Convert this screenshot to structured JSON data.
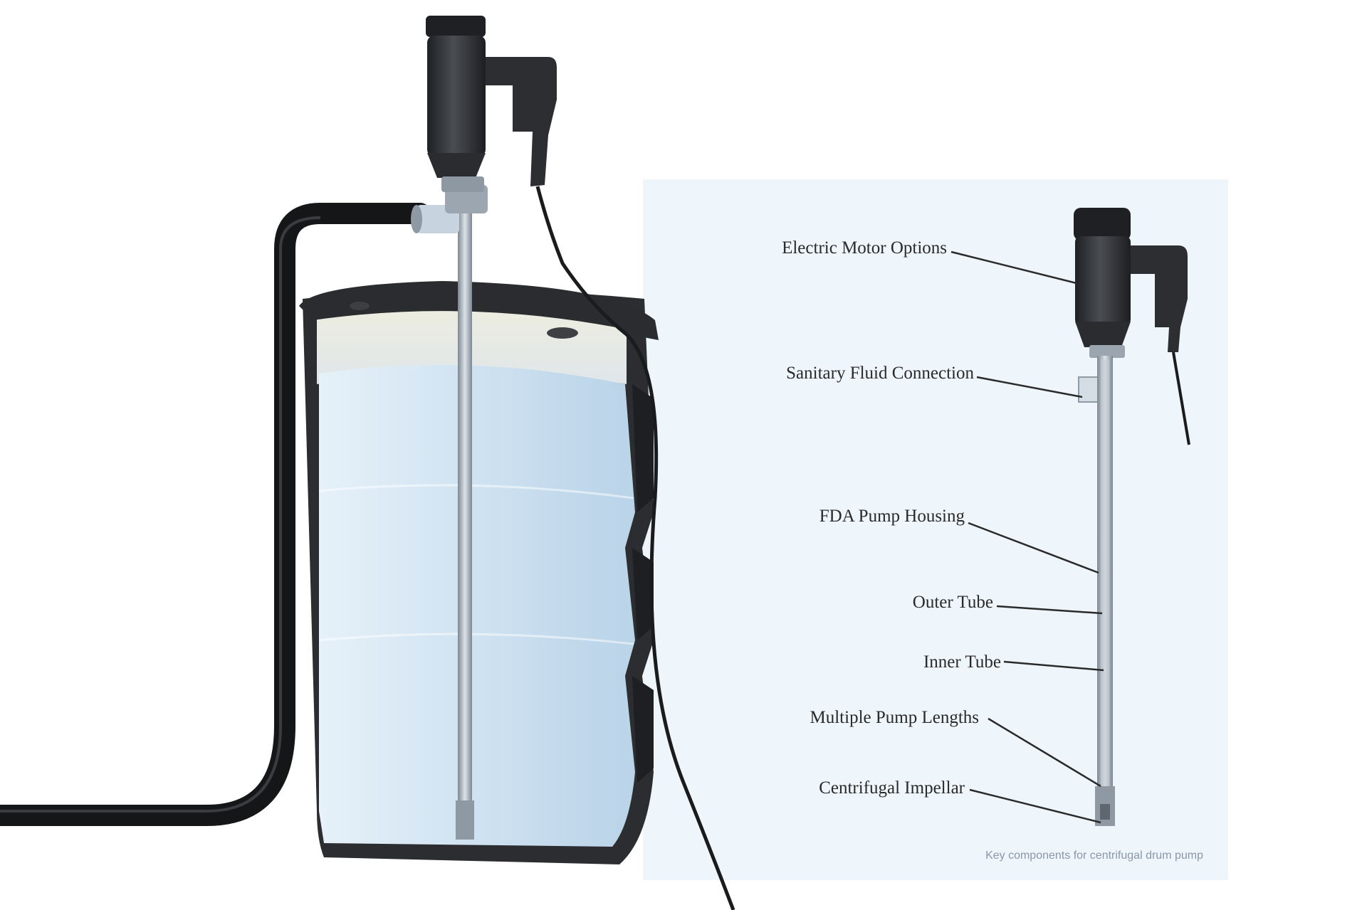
{
  "callouts": [
    {
      "id": "electric-motor-options",
      "label": "Electric Motor Options"
    },
    {
      "id": "sanitary-fluid-connection",
      "label": "Sanitary Fluid Connection"
    },
    {
      "id": "fda-pump-housing",
      "label": "FDA Pump Housing"
    },
    {
      "id": "outer-tube",
      "label": "Outer Tube"
    },
    {
      "id": "inner-tube",
      "label": "Inner Tube"
    },
    {
      "id": "multiple-pump-lengths",
      "label": "Multiple Pump Lengths"
    },
    {
      "id": "centrifugal-impellar",
      "label": "Centrifugal Impellar"
    }
  ],
  "caption": "Key components for centrifugal drum pump",
  "colors": {
    "panel": "#eef5fb",
    "fluid": "#d4e6f3",
    "drum": "#2b2d30",
    "motor": "#2e3033",
    "tube": "#a9b3bd",
    "hose": "#151618"
  }
}
